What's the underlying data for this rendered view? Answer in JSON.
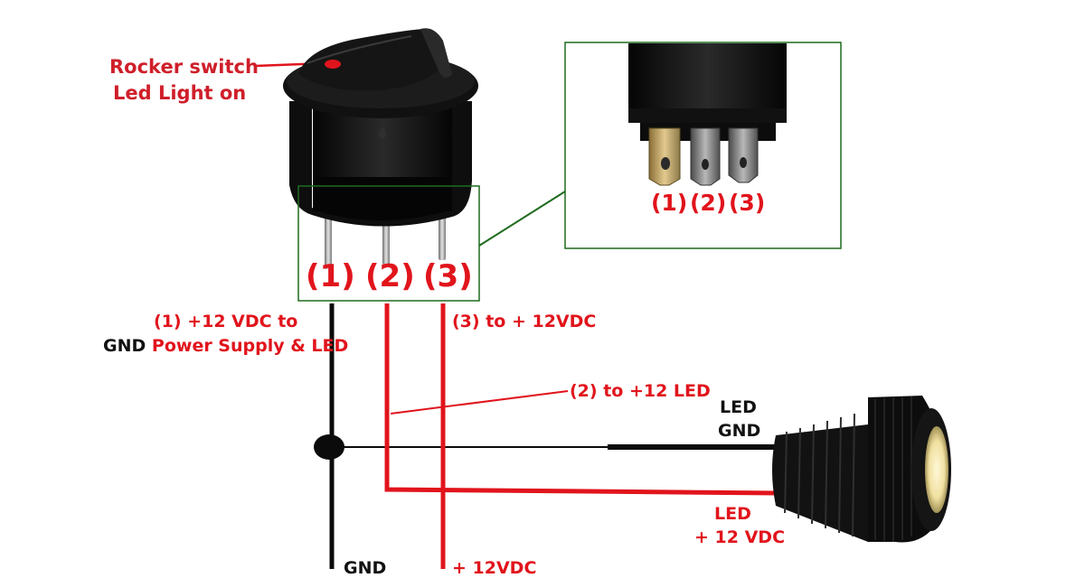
{
  "switch_label": {
    "line1": "Rocker switch",
    "line2": "Led Light on"
  },
  "pins": {
    "p1": "(1)",
    "p2": "(2)",
    "p3": "(3)"
  },
  "inset_pins": {
    "p1": "(1)",
    "p2": "(2)",
    "p3": "(3)"
  },
  "wire_labels": {
    "pin1_top": "(1) +12 VDC to",
    "pin1_gnd": "GND",
    "pin1_rest": "Power Supply & LED",
    "pin3": "(3) to + 12VDC",
    "pin2": "(2) to +12 LED",
    "led_gnd_1": "LED",
    "led_gnd_2": "GND",
    "led_vdc_1": "LED",
    "led_vdc_2": "+ 12 VDC",
    "bottom_gnd": "GND",
    "bottom_12v": "+ 12VDC"
  },
  "colors": {
    "wire_red": "#e1141c",
    "wire_black": "#0b0b0b",
    "callout_box": "#1e6b1e",
    "label_red": "#e1141c"
  },
  "icons": {
    "switch": "rocker-switch-icon",
    "led": "panel-led-icon"
  }
}
